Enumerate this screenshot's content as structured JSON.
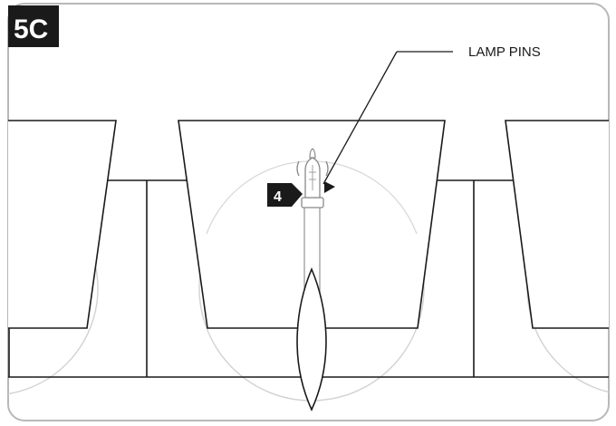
{
  "figure": {
    "step_label": "5C",
    "callout_number": "4",
    "callout_label": "LAMP PINS"
  },
  "colors": {
    "frame": "#b8b8b8",
    "ink": "#1a1a1a",
    "faint": "#cfcfcf",
    "badge": "#1a1a1a"
  }
}
